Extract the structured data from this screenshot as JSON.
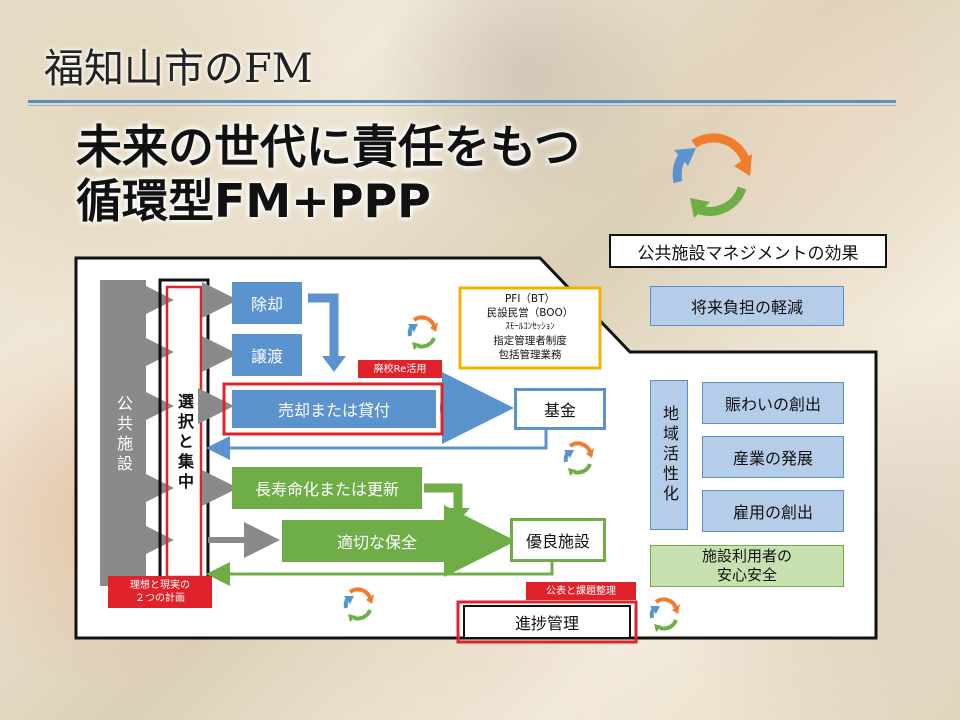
{
  "header": {
    "title": "福知山市のFM",
    "headline_line1": "未来の世代に責任をもつ",
    "headline_line2": "循環型FM+PPP"
  },
  "diagram": {
    "public_facility": "公共施設",
    "selection": "選択と集中",
    "demolish": "除却",
    "transfer": "譲渡",
    "sale_or_lease": "売却または貸付",
    "fund": "基金",
    "longevity": "長寿命化または更新",
    "maintenance": "適切な保全",
    "good_facility": "優良施設",
    "progress_mgmt": "進捗管理",
    "ppp_lines": [
      "PFI（BT）",
      "民設民営（BOO）",
      "ｽﾓｰﾙｺﾝｾｯｼｮﾝ",
      "指定管理者制度",
      "包括管理業務"
    ],
    "school_reuse_label": "廃校Re活用",
    "plans_label_line1": "理想と現実の",
    "plans_label_line2": "２つの計画",
    "publish_label": "公表と課題整理"
  },
  "effects": {
    "title": "公共施設マネジメントの効果",
    "future_burden": "将来負担の軽減",
    "regional_revitalization": "地域活性化",
    "bustle": "賑わいの創出",
    "industry": "産業の発展",
    "employment": "雇用の創出",
    "safety_line1": "施設利用者の",
    "safety_line2": "安心安全"
  },
  "colors": {
    "blue": "#5b93cf",
    "green": "#6fae46",
    "red": "#e0232a",
    "yellow": "#f0b400",
    "orange": "#ef7d2d"
  }
}
